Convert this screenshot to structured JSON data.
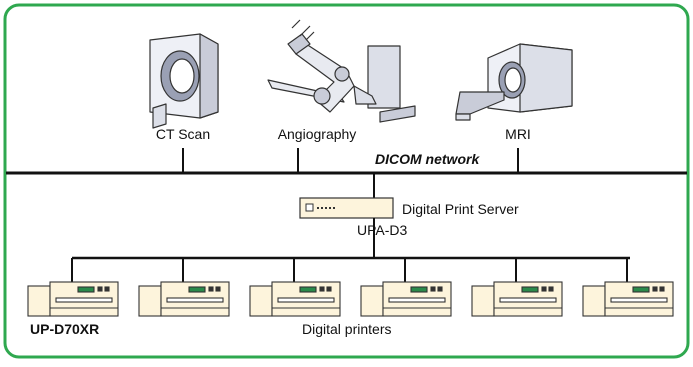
{
  "modalities": [
    {
      "label": "CT Scan",
      "icon": "ct-scanner-icon"
    },
    {
      "label": "Angiography",
      "icon": "angiography-icon"
    },
    {
      "label": "MRI",
      "icon": "mri-scanner-icon"
    }
  ],
  "network_label": "DICOM network",
  "print_server": {
    "label": "Digital Print Server",
    "model": "UPA-D3"
  },
  "printers": {
    "model_label": "UP-D70XR",
    "group_label": "Digital printers",
    "count": 6,
    "icon": "printer-icon"
  },
  "colors": {
    "frame_border": "#2fa84f",
    "device_fill": "#fdf4dc",
    "device_stroke": "#333333"
  }
}
